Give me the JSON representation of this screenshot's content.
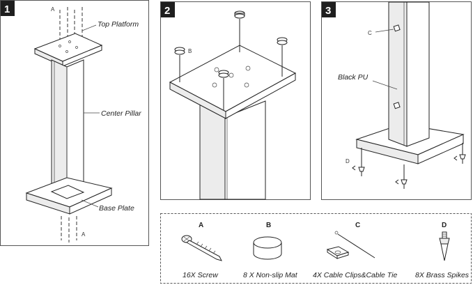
{
  "steps": [
    {
      "number": "1",
      "labels": {
        "top_platform": "Top Platform",
        "center_pillar": "Center Pillar",
        "base_plate": "Base Plate",
        "screw_top": "A",
        "screw_bottom": "A"
      }
    },
    {
      "number": "2",
      "labels": {
        "mat": "B"
      }
    },
    {
      "number": "3",
      "labels": {
        "clip": "C",
        "black_pu": "Black PU",
        "spike": "D"
      }
    }
  ],
  "parts": [
    {
      "letter": "A",
      "caption": "16X Screw",
      "icon": "screw-icon"
    },
    {
      "letter": "B",
      "caption": "8 X Non-slip Mat",
      "icon": "mat-icon"
    },
    {
      "letter": "C",
      "caption": "4X Cable Clips&Cable Tie",
      "icon": "cable-clip-icon"
    },
    {
      "letter": "D",
      "caption": "8X Brass Spikes",
      "icon": "brass-spike-icon"
    }
  ],
  "colors": {
    "step_badge": "#1e1e1e",
    "line": "#222222",
    "frame": "#555555"
  }
}
